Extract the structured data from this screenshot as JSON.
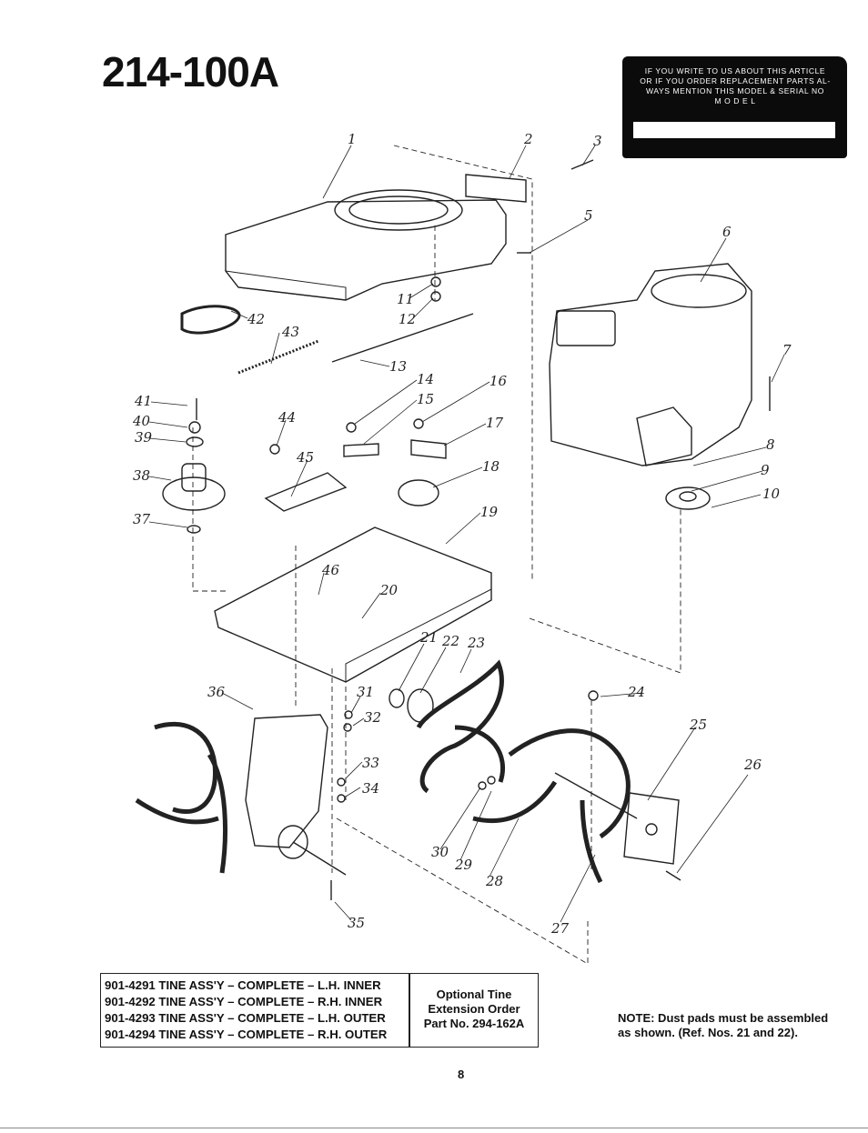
{
  "header": {
    "model_number": "214-100A"
  },
  "notice": {
    "lines": [
      "IF YOU WRITE TO US ABOUT THIS ARTICLE",
      "OR IF YOU ORDER REPLACEMENT PARTS AL-",
      "WAYS MENTION THIS MODEL & SERIAL NO",
      "M O D E L"
    ]
  },
  "callouts": [
    "1",
    "2",
    "3",
    "5",
    "6",
    "7",
    "8",
    "9",
    "10",
    "11",
    "12",
    "13",
    "14",
    "15",
    "16",
    "17",
    "18",
    "19",
    "20",
    "21",
    "22",
    "23",
    "24",
    "25",
    "26",
    "27",
    "28",
    "29",
    "30",
    "31",
    "32",
    "33",
    "34",
    "35",
    "36",
    "37",
    "38",
    "39",
    "40",
    "41",
    "42",
    "43",
    "44",
    "45",
    "46"
  ],
  "tine_assemblies": [
    {
      "part_no": "901-4291",
      "description": "TINE ASS'Y – COMPLETE – L.H. INNER"
    },
    {
      "part_no": "901-4292",
      "description": "TINE ASS'Y – COMPLETE – R.H. INNER"
    },
    {
      "part_no": "901-4293",
      "description": "TINE ASS'Y – COMPLETE – L.H. OUTER"
    },
    {
      "part_no": "901-4294",
      "description": "TINE ASS'Y – COMPLETE – R.H. OUTER"
    }
  ],
  "extension": {
    "line1": "Optional Tine",
    "line2": "Extension Order",
    "line3": "Part No. 294-162A"
  },
  "note": {
    "text": "NOTE: Dust pads must be assembled as shown. (Ref. Nos. 21 and 22)."
  },
  "page": {
    "number": "8"
  }
}
